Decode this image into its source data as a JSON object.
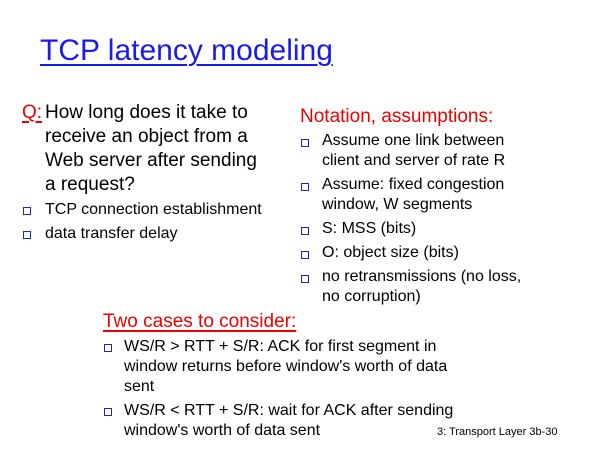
{
  "title": "TCP latency modeling",
  "question": {
    "prefix": "Q:",
    "lines": [
      "How long does it take to",
      "receive an object from a",
      "Web server after sending",
      "a request?"
    ]
  },
  "left_bullets": [
    "TCP connection establishment",
    "data transfer delay"
  ],
  "notation": {
    "heading": "Notation, assumptions:",
    "bullets": [
      [
        "Assume one link between",
        "client and server of rate R"
      ],
      [
        "Assume: fixed congestion",
        "window, W segments"
      ],
      [
        "S: MSS (bits)"
      ],
      [
        "O: object size (bits)"
      ],
      [
        "no retransmissions (no loss,",
        "no corruption)"
      ]
    ]
  },
  "cases": {
    "heading": "Two cases to consider:",
    "bullets": [
      [
        "WS/R > RTT + S/R: ACK for first segment in",
        "window returns before window's worth of data",
        "sent"
      ],
      [
        "WS/R < RTT + S/R: wait for ACK after sending",
        "window's worth of data sent"
      ]
    ]
  },
  "footer": "3: Transport Layer  3b-30"
}
